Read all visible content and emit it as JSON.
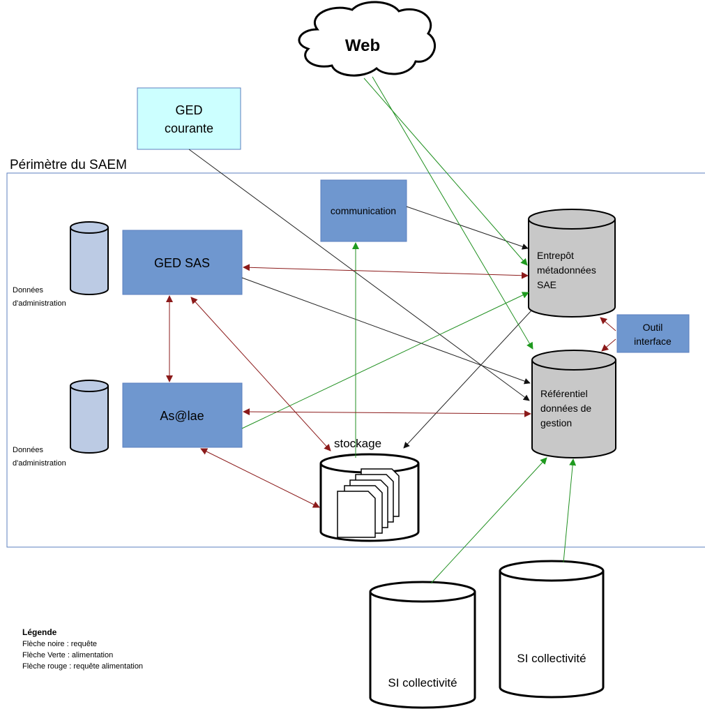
{
  "perimeter": {
    "title": "Périmètre du SAEM"
  },
  "web": {
    "label": "Web"
  },
  "ged_courante": {
    "line1": "GED",
    "line2": "courante"
  },
  "communication": {
    "label": "communication"
  },
  "ged_sas": {
    "label": "GED SAS"
  },
  "aslae": {
    "label": "As@lae"
  },
  "admin_db_1": {
    "line1": "Données",
    "line2": "d'administration"
  },
  "admin_db_2": {
    "line1": "Données",
    "line2": "d'administration"
  },
  "entrepot": {
    "line1": "Entrepôt",
    "line2": "métadonnées",
    "line3": "SAE"
  },
  "referentiel": {
    "line1": "Référentiel",
    "line2": "données de",
    "line3": "gestion"
  },
  "outil": {
    "line1": "Outil",
    "line2": "interface"
  },
  "stockage": {
    "label": "stockage"
  },
  "si_1": {
    "label": "SI collectivité"
  },
  "si_2": {
    "label": "SI collectivité"
  },
  "legend": {
    "title": "Légende",
    "line1": "Flèche noire : requête",
    "line2": "Flèche Verte : alimentation",
    "line3": "Flèche rouge : requête alimentation"
  },
  "colors": {
    "box_blue": "#6f97cf",
    "box_cyan": "#ccffff",
    "db_gray": "#c8c8c8",
    "db_lightblue": "#bccbe4",
    "arrow_black": "#222222",
    "arrow_green": "#1f8f1f",
    "arrow_red": "#8b1a1a",
    "frame_blue": "#5b7fbf"
  }
}
